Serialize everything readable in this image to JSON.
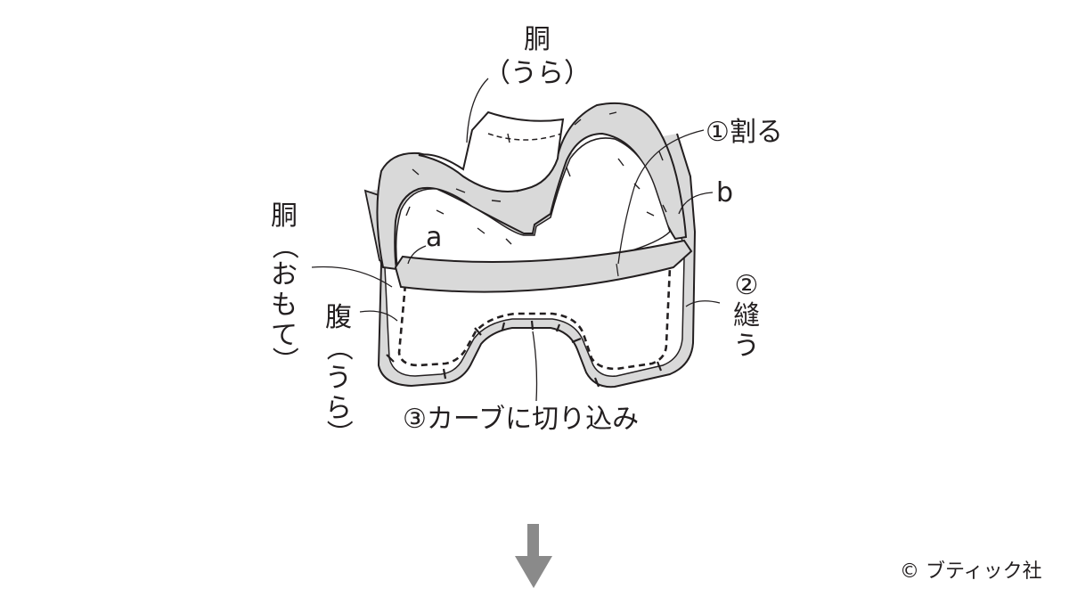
{
  "labels": {
    "body_back_title": "胴",
    "body_back_sub": "（うら）",
    "split": "①割る",
    "point_b": "b",
    "point_a": "a",
    "body_front_vertical": [
      "胴",
      "（",
      "お",
      "も",
      "て",
      "）"
    ],
    "belly_back_vertical": [
      "腹",
      "（",
      "う",
      "ら",
      "）"
    ],
    "sew_vertical": [
      "②",
      "縫",
      "う"
    ],
    "clip_curve": "③カーブに切り込み"
  },
  "copyright": {
    "symbol": "©",
    "text": "ブティック社"
  },
  "colors": {
    "line": "#231f20",
    "fill_gray": "#d9d9d9",
    "arrow": "#8a8a8a"
  }
}
